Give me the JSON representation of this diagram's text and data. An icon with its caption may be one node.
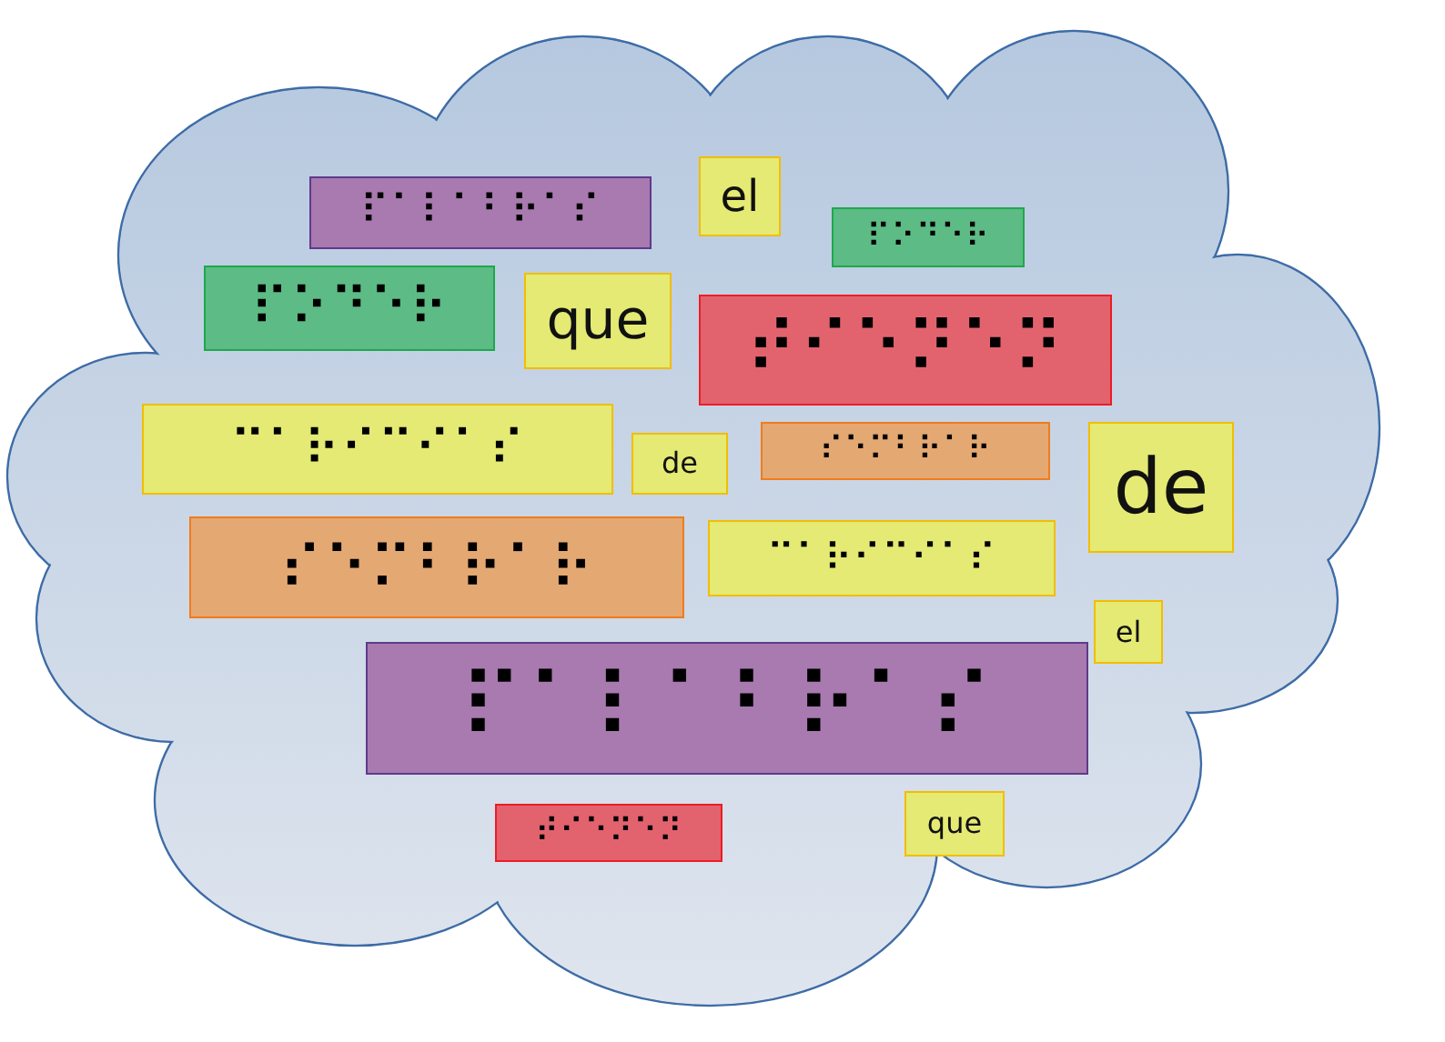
{
  "diagram": {
    "nodes": [
      {
        "text": [],
        "shape": "cloud"
      },
      {
        "text": [
          "⠏⠁⠇⠁⠃⠗⠁⠎"
        ],
        "in": 0
      },
      {
        "text": [
          "el"
        ],
        "in": 0
      },
      {
        "text": [
          "⠏⠕⠙⠑⠗"
        ],
        "in": 0
      },
      {
        "text": [
          "⠏⠕⠙⠑⠗"
        ],
        "in": 0
      },
      {
        "text": [
          "que"
        ],
        "in": 0
      },
      {
        "text": [
          "⠞⠊⠑⠝⠑⠝"
        ],
        "in": 0
      },
      {
        "text": [
          "⠉⠁⠗⠊⠉⠊⠁⠎"
        ],
        "in": 0
      },
      {
        "text": [
          "de"
        ],
        "in": 0
      },
      {
        "text": [
          "⠎⠑⠍⠃⠗⠁⠗"
        ],
        "in": 0
      },
      {
        "text": [
          "de"
        ],
        "in": 0
      },
      {
        "text": [
          "⠎⠑⠍⠃⠗⠁⠗"
        ],
        "in": 0
      },
      {
        "text": [
          "⠉⠁⠗⠊⠉⠊⠁⠎"
        ],
        "in": 0
      },
      {
        "text": [
          "el"
        ],
        "in": 0
      },
      {
        "text": [
          "⠏⠁⠇⠁⠃⠗⠁⠎"
        ],
        "in": 0
      },
      {
        "text": [
          "⠞⠊⠑⠝⠑⠝"
        ],
        "in": 0
      },
      {
        "text": [
          "que"
        ],
        "in": 0
      }
    ]
  }
}
